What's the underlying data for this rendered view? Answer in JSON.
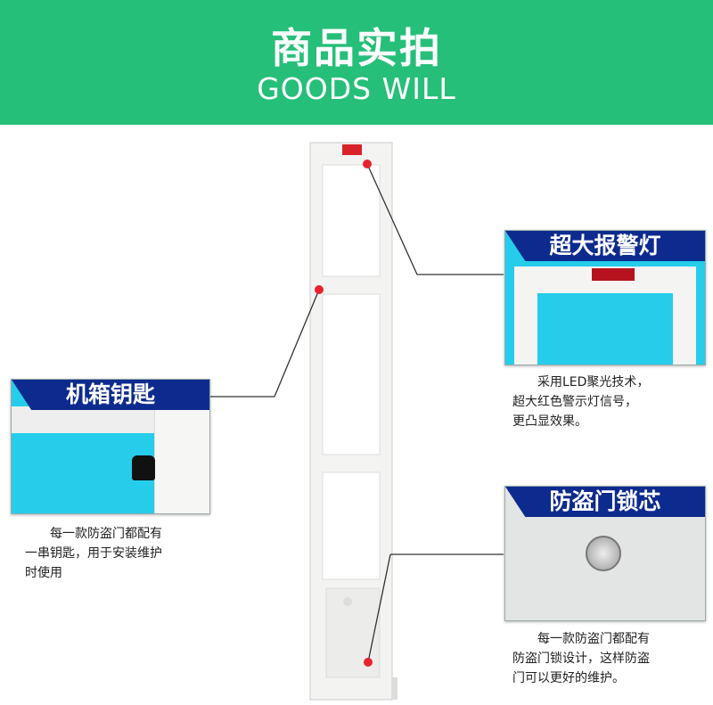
{
  "header": {
    "title": "商品实拍",
    "subtitle": "GOODS WILL"
  },
  "callouts": [
    {
      "title": "超大报警灯",
      "desc": [
        "采用LED聚光技术，",
        "超大红色警示灯信号，",
        "更凸显效果。"
      ]
    },
    {
      "title": "机箱钥匙",
      "desc": [
        "每一款防盗门都配有",
        "一串钥匙，用于安装维护",
        "时使用"
      ]
    },
    {
      "title": "防盗门锁芯",
      "desc": [
        "每一款防盗门都配有",
        "防盗门锁设计，这样防盗",
        "门可以更好的维护。"
      ]
    }
  ],
  "colors": {
    "header": "#26bf79",
    "banner": "#0d2b8e",
    "panel": "#25cdeb",
    "marker": "#e8232e"
  }
}
